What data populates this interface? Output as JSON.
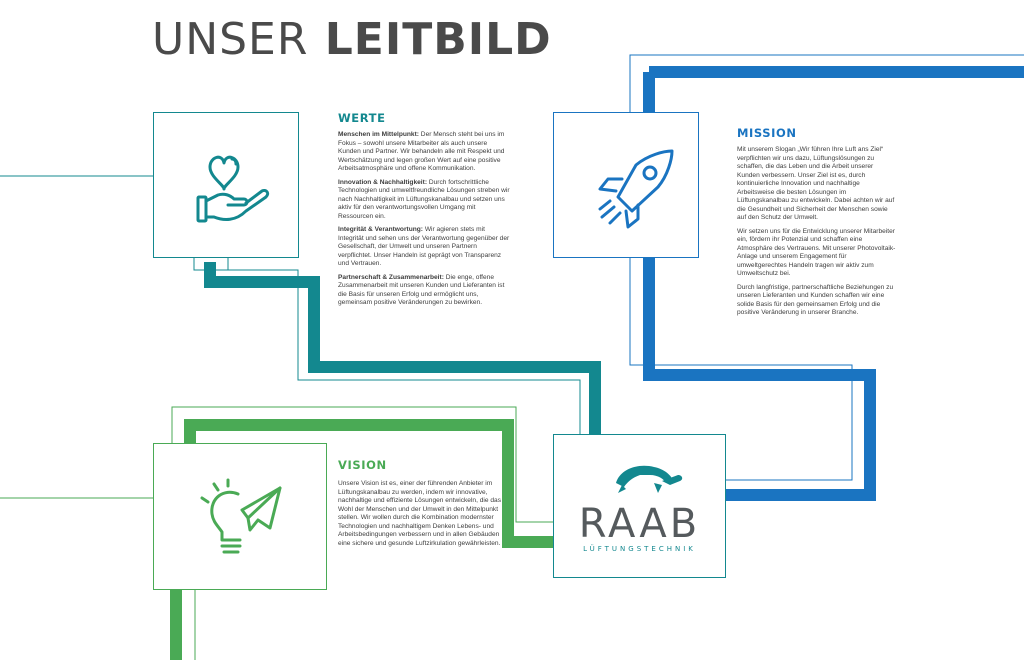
{
  "title": {
    "light": "UNSER",
    "bold": "LEITBILD"
  },
  "colors": {
    "teal": "#13888f",
    "blue": "#1a74c1",
    "green": "#4aaa55",
    "grey": "#4a4a4a"
  },
  "werte": {
    "heading": "WERTE",
    "icon": "heart-in-hand-icon",
    "items": [
      {
        "label": "Menschen im Mittelpunkt:",
        "text": " Der Mensch steht bei uns im Fokus – sowohl unsere Mitarbeiter als auch unsere Kunden und Partner. Wir behandeln alle mit Respekt und Wertschätzung und legen großen Wert auf eine positive Arbeitsatmosphäre und offene Kommunikation."
      },
      {
        "label": "Innovation & Nachhaltigkeit:",
        "text": " Durch fortschrittliche Technologien und umweltfreundliche Lösungen streben wir nach Nachhaltigkeit im Lüftungskanalbau und setzen uns aktiv für den verantwortungsvollen Umgang mit Ressourcen ein."
      },
      {
        "label": "Integrität & Verantwortung:",
        "text": " Wir agieren stets mit Integrität und sehen uns der Verantwortung gegenüber der Gesellschaft, der Umwelt und unseren Partnern verpflichtet. Unser Handeln ist geprägt von Transparenz und Vertrauen."
      },
      {
        "label": "Partnerschaft & Zusammenarbeit:",
        "text": " Die enge, offene Zusammenarbeit mit unseren Kunden und Lieferanten ist die Basis für unseren Erfolg und ermöglicht uns, gemeinsam positive Veränderungen zu bewirken."
      }
    ]
  },
  "mission": {
    "heading": "MISSION",
    "icon": "rocket-icon",
    "paragraphs": [
      "Mit unserem Slogan „Wir führen Ihre Luft ans Ziel“ verpflichten wir uns dazu, Lüftungslösungen zu schaffen, die das Leben und die Arbeit unserer Kunden verbessern. Unser Ziel ist es, durch kontinuierliche Innovation und nachhaltige Arbeitsweise die besten Lösungen im Lüftungskanalbau zu entwickeln. Dabei achten wir auf die Gesundheit und Sicherheit der Menschen sowie auf den Schutz der Umwelt.",
      "Wir setzen uns für die Entwicklung unserer Mitarbeiter ein, fördern ihr Potenzial und schaffen eine Atmosphäre des Vertrauens. Mit unserer Photovoltaik-Anlage und unserem Engagement für umweltgerechtes Handeln tragen wir aktiv zum Umweltschutz bei.",
      "Durch langfristige, partnerschaftliche Beziehungen zu unseren Lieferanten und Kunden schaffen wir eine solide Basis für den gemeinsamen Erfolg und die positive Veränderung in unserer Branche."
    ]
  },
  "vision": {
    "heading": "VISION",
    "icon": "lightbulb-paper-plane-icon",
    "text": "Unsere Vision ist es, einer der führenden Anbieter im Lüftungskanalbau zu werden, indem wir innovative, nachhaltige und effiziente Lösungen entwickeln, die das Wohl der Menschen und der Umwelt in den Mittelpunkt stellen. Wir wollen durch die Kombination modernster Technologien und nachhaltigem Denken Lebens- und Arbeitsbedingungen verbessern und in allen Gebäuden eine sichere und gesunde Luftzirkulation gewährleisten."
  },
  "logo": {
    "icon": "turtle-icon",
    "name": "RAAB",
    "sub": "LÜFTUNGSTECHNIK"
  }
}
